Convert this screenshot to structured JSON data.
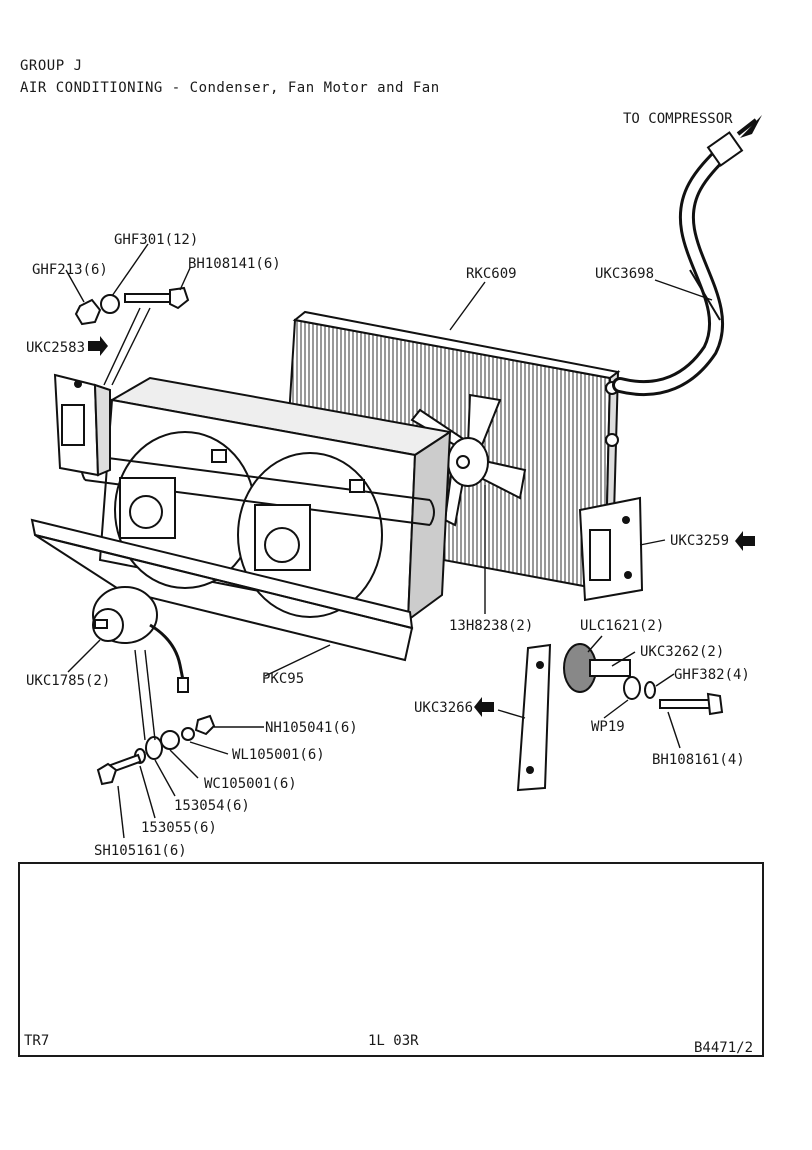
{
  "header": {
    "group": "GROUP J",
    "title": "AIR CONDITIONING - Condenser, Fan Motor and Fan"
  },
  "diagram": {
    "to_compressor": "TO COMPRESSOR",
    "parts": {
      "ghf301": "GHF301(12)",
      "ghf213": "GHF213(6)",
      "bh108141": "BH108141(6)",
      "ukc2583": "UKC2583",
      "rkc609": "RKC609",
      "ukc3698": "UKC3698",
      "ukc3259": "UKC3259",
      "h13h8238": "13H8238(2)",
      "ulc1621": "ULC1621(2)",
      "ukc3262": "UKC3262(2)",
      "ghf382": "GHF382(4)",
      "ukc1785": "UKC1785(2)",
      "pkc95": "PKC95",
      "ukc3266": "UKC3266",
      "wp19": "WP19",
      "bh108161": "BH108161(4)",
      "nh105041": "NH105041(6)",
      "wl105001": "WL105001(6)",
      "wc105001": "WC105001(6)",
      "p153054": "153054(6)",
      "p153055": "153055(6)",
      "sh105161": "SH105161(6)"
    }
  },
  "footer": {
    "model": "TR7",
    "code": "1L 03R",
    "ref": "B4471/2"
  }
}
